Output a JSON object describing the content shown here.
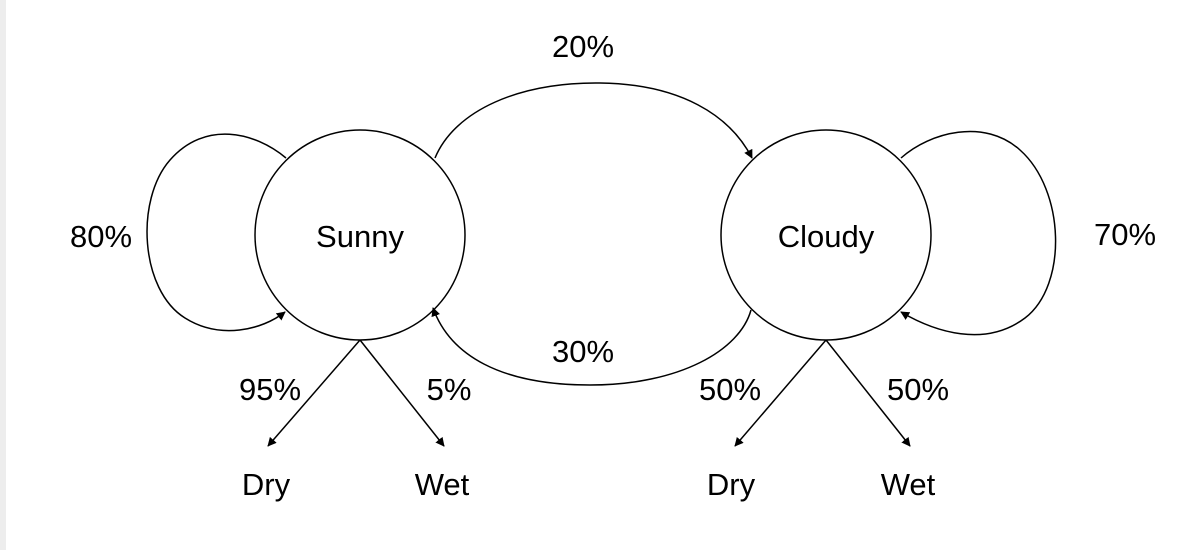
{
  "states": {
    "sunny": {
      "name": "Sunny"
    },
    "cloudy": {
      "name": "Cloudy"
    }
  },
  "transitions": {
    "sunny_to_sunny": "80%",
    "sunny_to_cloudy": "20%",
    "cloudy_to_sunny": "30%",
    "cloudy_to_cloudy": "70%"
  },
  "emissions": {
    "sunny": {
      "dry": {
        "label": "Dry",
        "prob": "95%"
      },
      "wet": {
        "label": "Wet",
        "prob": "5%"
      }
    },
    "cloudy": {
      "dry": {
        "label": "Dry",
        "prob": "50%"
      },
      "wet": {
        "label": "Wet",
        "prob": "50%"
      }
    }
  },
  "colors": {
    "stroke": "#000000",
    "background": "#ffffff"
  }
}
